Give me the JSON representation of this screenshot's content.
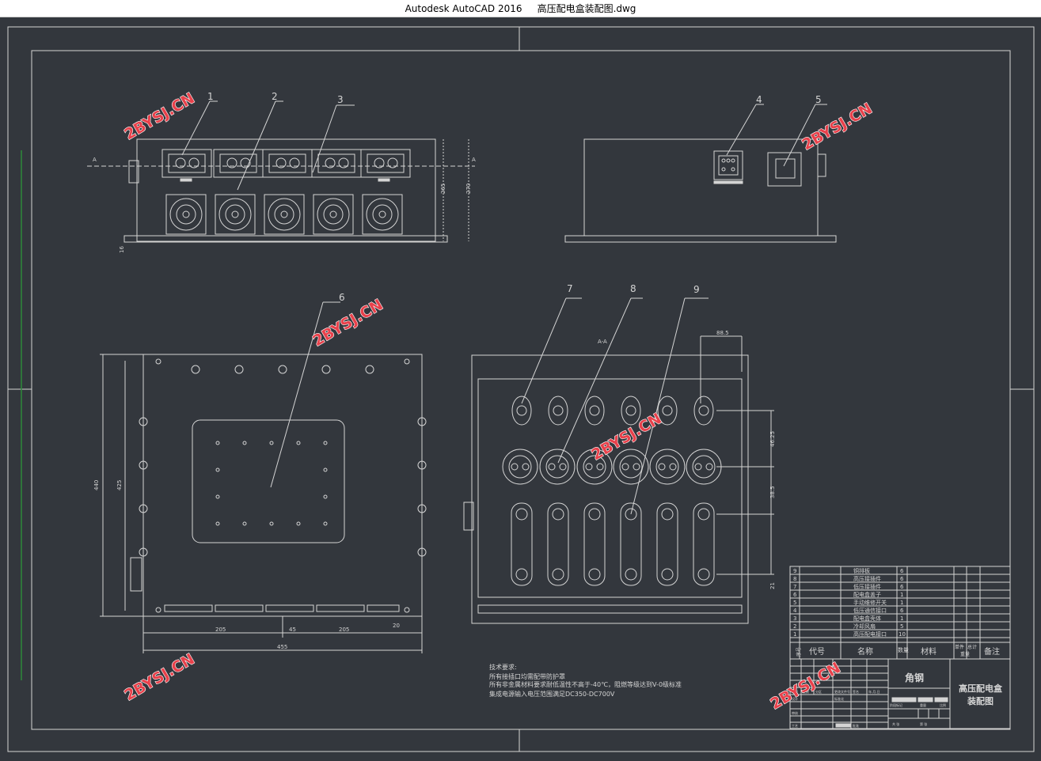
{
  "window": {
    "app_name": "Autodesk AutoCAD 2016",
    "file_name": "高压配电盒装配图.dwg"
  },
  "theme": {
    "background": "#33373d",
    "line": "#d4d4d4",
    "watermark": "#e8414b"
  },
  "watermark": "2BYSJ.CN",
  "callouts": [
    "1",
    "2",
    "3",
    "4",
    "5",
    "6",
    "7",
    "8",
    "9"
  ],
  "dimensions": {
    "front_height_a": "265",
    "front_height_b": "270",
    "front_offset": "16",
    "plan_height_a": "440",
    "plan_height_b": "425",
    "plan_w_left": "205",
    "plan_w_mid": "45",
    "plan_w_right": "205",
    "plan_w_total": "455",
    "plan_small": "20",
    "section_top": "88.5",
    "section_gap1": "46.25",
    "section_gap2": "38.5",
    "section_gap3": "21",
    "section_label": "A-A",
    "front_marker": "A"
  },
  "notes": {
    "title": "技术要求:",
    "lines": [
      "所有接插口均需配带防护罩",
      "所有非金属材料要求耐低温性不高于-40℃，阻燃等级达到V-0级标准",
      "集成电源输入电压范围满足DC350-DC700V"
    ]
  },
  "bom": {
    "rows": [
      {
        "no": "9",
        "name": "铜排板",
        "qty": "6"
      },
      {
        "no": "8",
        "name": "高压接插件",
        "qty": "6"
      },
      {
        "no": "7",
        "name": "低压接插件",
        "qty": "6"
      },
      {
        "no": "6",
        "name": "配电盒盖子",
        "qty": "1"
      },
      {
        "no": "5",
        "name": "手动维修开关",
        "qty": "1"
      },
      {
        "no": "4",
        "name": "低压通信接口",
        "qty": "6"
      },
      {
        "no": "3",
        "name": "配电盒壳体",
        "qty": "1"
      },
      {
        "no": "2",
        "name": "冷却风扇",
        "qty": "5"
      },
      {
        "no": "1",
        "name": "高压配电接口",
        "qty": "10"
      }
    ],
    "headers": {
      "no": "序号",
      "code": "代号",
      "name": "名称",
      "qty": "数量",
      "material": "材料",
      "unit_weight": "单件",
      "total_weight": "总计",
      "weight": "重量",
      "remark": "备注"
    }
  },
  "title_block": {
    "material": "角钢",
    "drawing_title_line1": "高压配电盒",
    "drawing_title_line2": "装配图",
    "labels": [
      "标记",
      "处数",
      "分区",
      "更改文件号",
      "签名",
      "年.月.日",
      "设计",
      "标准化",
      "阶段标记",
      "重量",
      "比例",
      "审核",
      "工艺",
      "批准",
      "共 张",
      "第 张"
    ]
  }
}
